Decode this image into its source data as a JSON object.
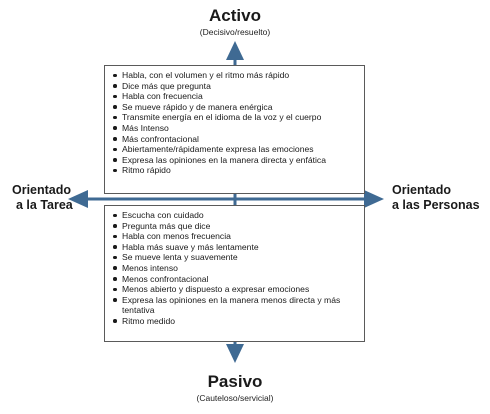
{
  "colors": {
    "arrow": "#3f6a93",
    "box_border": "#5a5a5a",
    "text": "#1a1a1a"
  },
  "top": {
    "title": "Activo",
    "subtitle": "(Decisivo/resuelto)"
  },
  "bottom": {
    "title": "Pasivo",
    "subtitle": "(Cauteloso/servicial)"
  },
  "left": {
    "line1": "Orientado",
    "line2": "a la Tarea"
  },
  "right": {
    "line1": "Orientado",
    "line2": "a las Personas"
  },
  "active_traits": [
    "Habla, con el volumen y el ritmo más rápido",
    "Dice más que pregunta",
    "Habla con frecuencia",
    "Se mueve rápido y de manera enérgica",
    "Transmite energía en el idioma de la voz y el cuerpo",
    "Más Intenso",
    "Más confrontacional",
    "Abiertamente/rápidamente expresa las emociones",
    "Expresa las opiniones en la manera directa y enfática",
    "Ritmo rápido"
  ],
  "passive_traits": [
    "Escucha con cuidado",
    "Pregunta más que dice",
    "Habla con menos frecuencia",
    "Habla más suave y más lentamente",
    "Se mueve lenta y suavemente",
    "Menos intenso",
    "Menos confrontacional",
    "Menos abierto y dispuesto a expresar emociones",
    "Expresa las opiniones en la manera menos directa y más tentativa",
    "Ritmo medido"
  ]
}
